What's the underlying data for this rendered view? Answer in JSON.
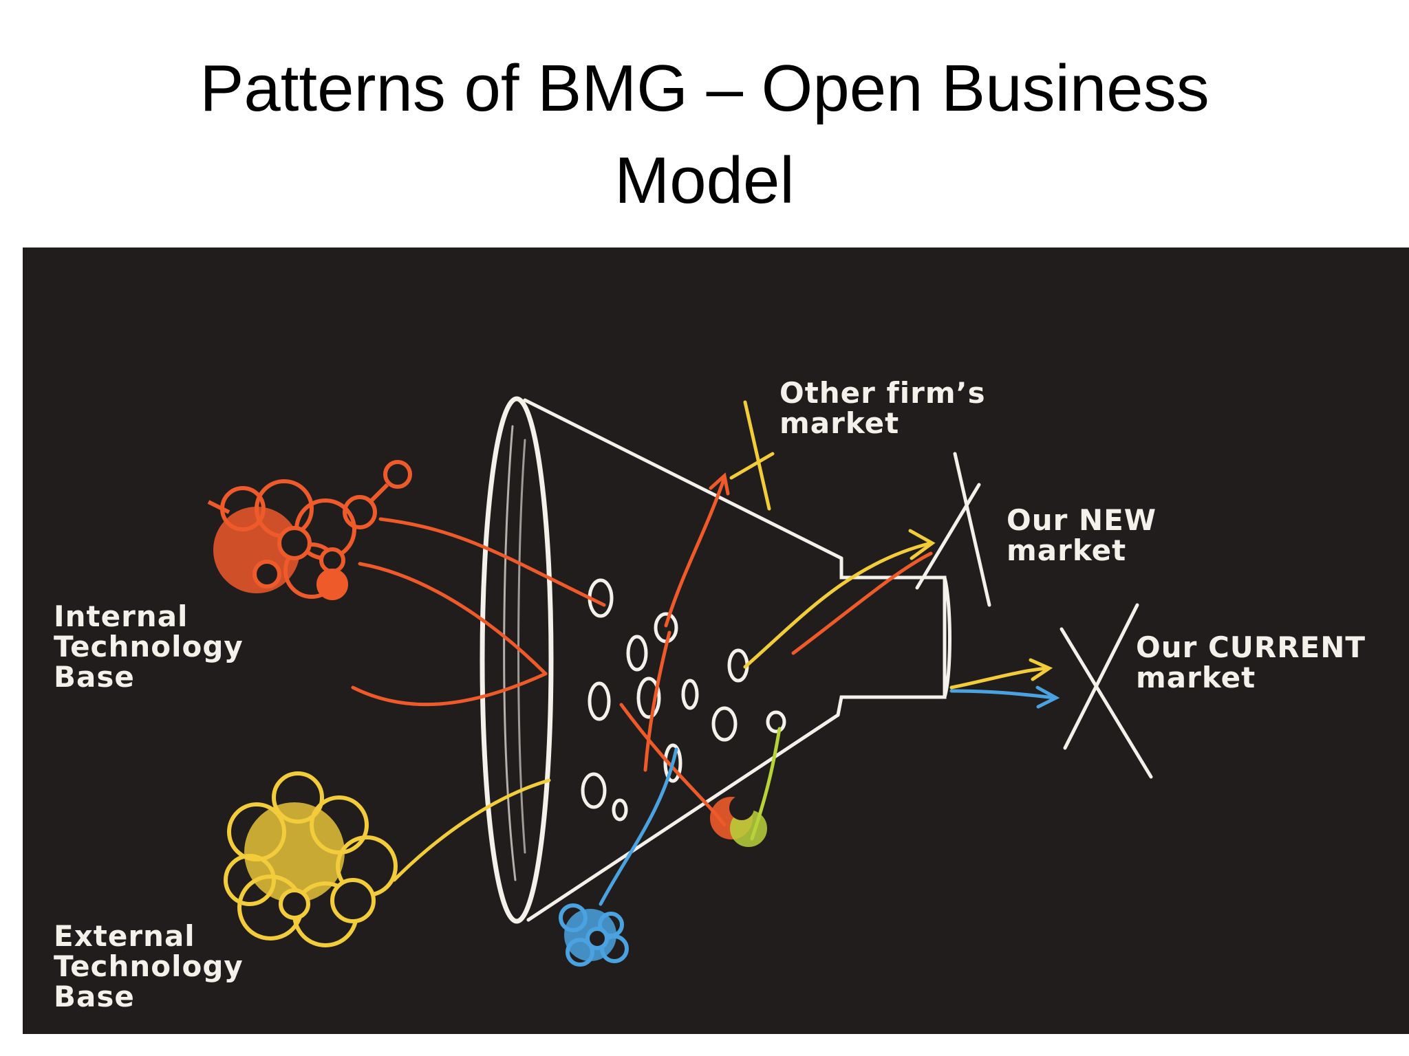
{
  "slide": {
    "title_line1": "Patterns of BMG – Open Business",
    "title_line2": "Model"
  },
  "diagram": {
    "labels": {
      "internal": [
        "Internal",
        "Technology",
        "Base"
      ],
      "external": [
        "External",
        "Technology",
        "Base"
      ],
      "other_market": [
        "Other firm’s",
        "market"
      ],
      "new_market": [
        "Our NEW",
        "market"
      ],
      "current_market": [
        "Our CURRENT",
        "market"
      ]
    },
    "colors": {
      "board": "#211d1d",
      "chalk_white": "#f4f0ea",
      "internal_orange": "#ee5a2a",
      "external_yellow": "#f2cc3a",
      "blue": "#4aa3e0",
      "green": "#b8d23a"
    }
  }
}
